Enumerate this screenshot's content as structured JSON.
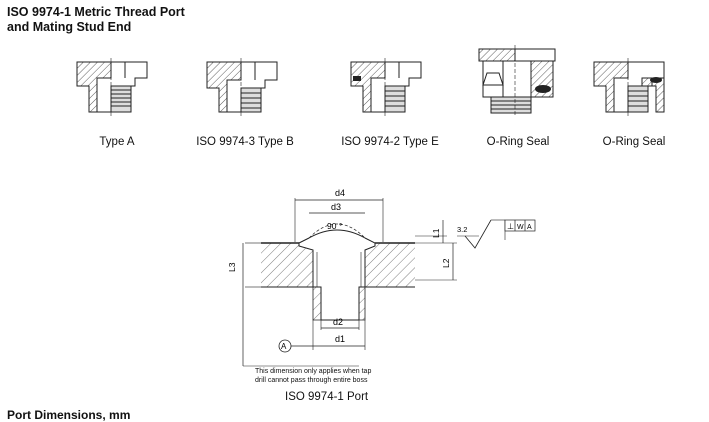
{
  "header": {
    "title_line1": "ISO 9974-1 Metric Thread Port",
    "title_line2": "and Mating Stud End"
  },
  "fittings": [
    {
      "label": "Type A"
    },
    {
      "label": "ISO 9974-3 Type B"
    },
    {
      "label": "ISO 9974-2 Type E"
    },
    {
      "label": "O-Ring Seal"
    },
    {
      "label": "O-Ring Seal"
    }
  ],
  "port_drawing": {
    "dims": {
      "d4": "d4",
      "d3": "d3",
      "angle": "90 °",
      "d2": "d2",
      "d1": "d1",
      "l1": "L1",
      "l2": "L2",
      "l3": "L3"
    },
    "surface_value": "3.2",
    "datum": "A",
    "frame": [
      "⊥",
      "W",
      "A"
    ],
    "note_line1": "This dimension only applies when tap",
    "note_line2": "drill cannot pass through entire boss",
    "caption": "ISO 9974-1 Port"
  },
  "section_heading": "Port Dimensions, mm"
}
